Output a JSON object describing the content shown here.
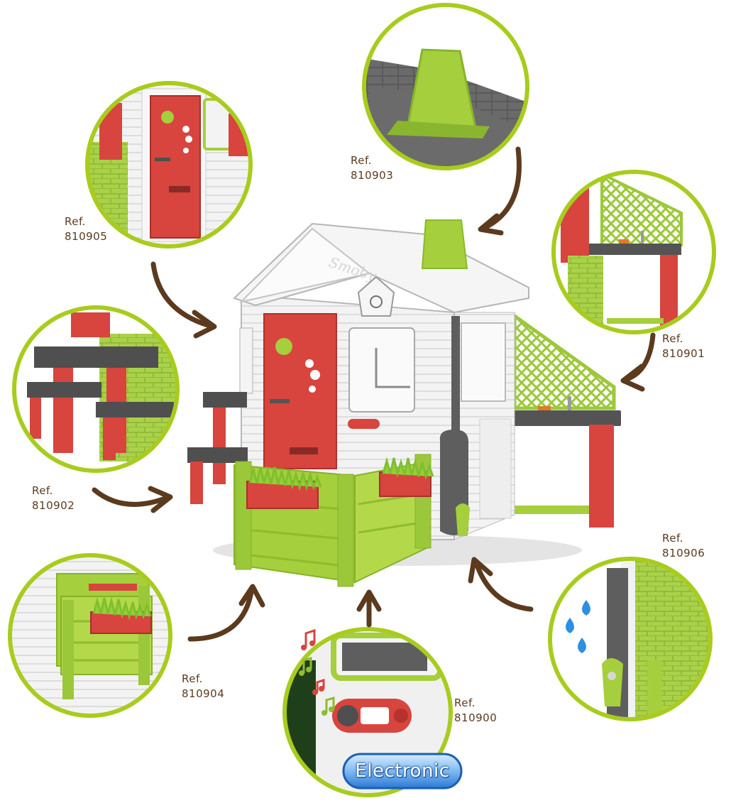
{
  "refs": {
    "door": "810905",
    "chimney": "810903",
    "kitchen": "810901",
    "picnic_table": "810902",
    "fence_planter": "810904",
    "doorbell": "810900",
    "water_butt": "810906",
    "prefix": "Ref."
  },
  "logo": {
    "brand": "Smoby"
  },
  "doorbell_badge": "Electronic",
  "colors": {
    "circle_ring": "#a8cc1e",
    "arrow": "#5b3a1e",
    "wall": "#f2f2f2",
    "red": "#d8443e",
    "lime": "#a5cf3c",
    "grey": "#5e5e5e",
    "water": "#2e8fe0"
  }
}
